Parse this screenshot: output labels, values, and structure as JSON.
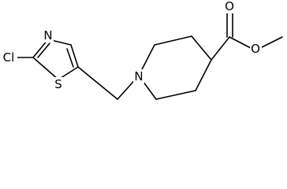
{
  "molecule": {
    "atoms": {
      "cl": "Cl",
      "thiazole_n": "N",
      "thiazole_s": "S",
      "piperidine_n": "N",
      "carbonyl_o": "O",
      "ester_o": "O"
    }
  }
}
